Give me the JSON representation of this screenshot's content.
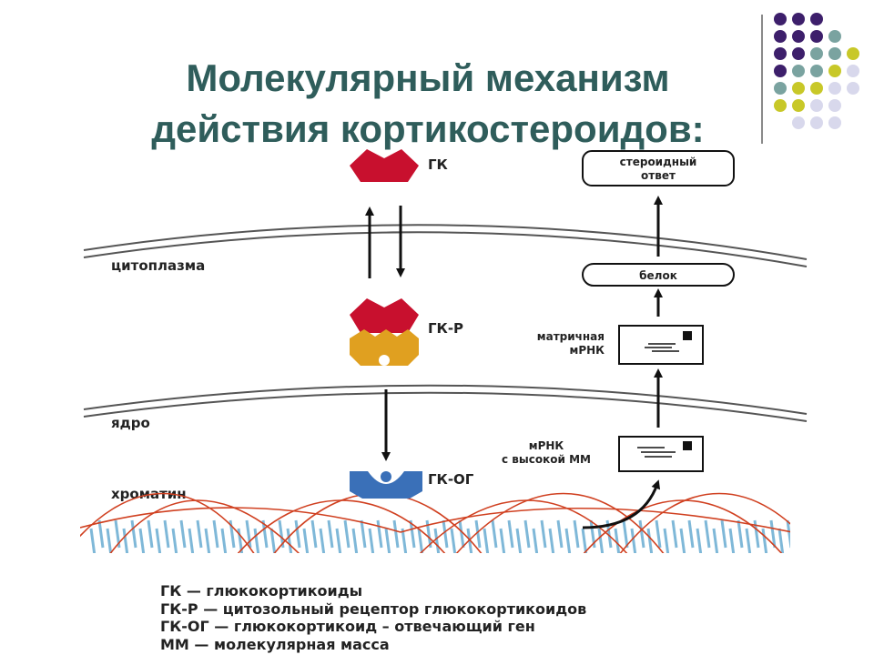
{
  "title": {
    "line1": "Молекулярный механизм",
    "line2": "действия кортикостероидов:"
  },
  "labels": {
    "gk": "ГК",
    "gk_r": "ГК-Р",
    "gk_og": "ГК-ОГ",
    "cytoplasm": "цитоплазма",
    "nucleus": "ядро",
    "chromatin": "хроматин",
    "steroid_response_line1": "стероидный",
    "steroid_response_line2": "ответ",
    "protein": "белок",
    "matrix_mrna_line1": "матричная",
    "matrix_mrna_line2": "мРНК",
    "hmw_mrna_line1": "мРНК",
    "hmw_mrna_line2": "с высокой ММ"
  },
  "legend": [
    "ГК — глюкокортикоиды",
    "ГК-Р — цитозольный рецептор глюкокортикоидов",
    "ГК-ОГ — глюкокортикоид – отвечающий ген",
    "ММ — молекулярная масса"
  ],
  "colors": {
    "title": "#2f5d5b",
    "hormone_red": "#c8102e",
    "receptor_orange": "#e0a020",
    "gene_blue": "#3a70b8",
    "dna": "#d04020",
    "dna_rungs": "#7fb8d8",
    "dot_purple": "#3d1f6b",
    "dot_teal": "#7aa3a0",
    "dot_olive": "#c8c828",
    "dot_lavender": "#d8d8ec"
  }
}
